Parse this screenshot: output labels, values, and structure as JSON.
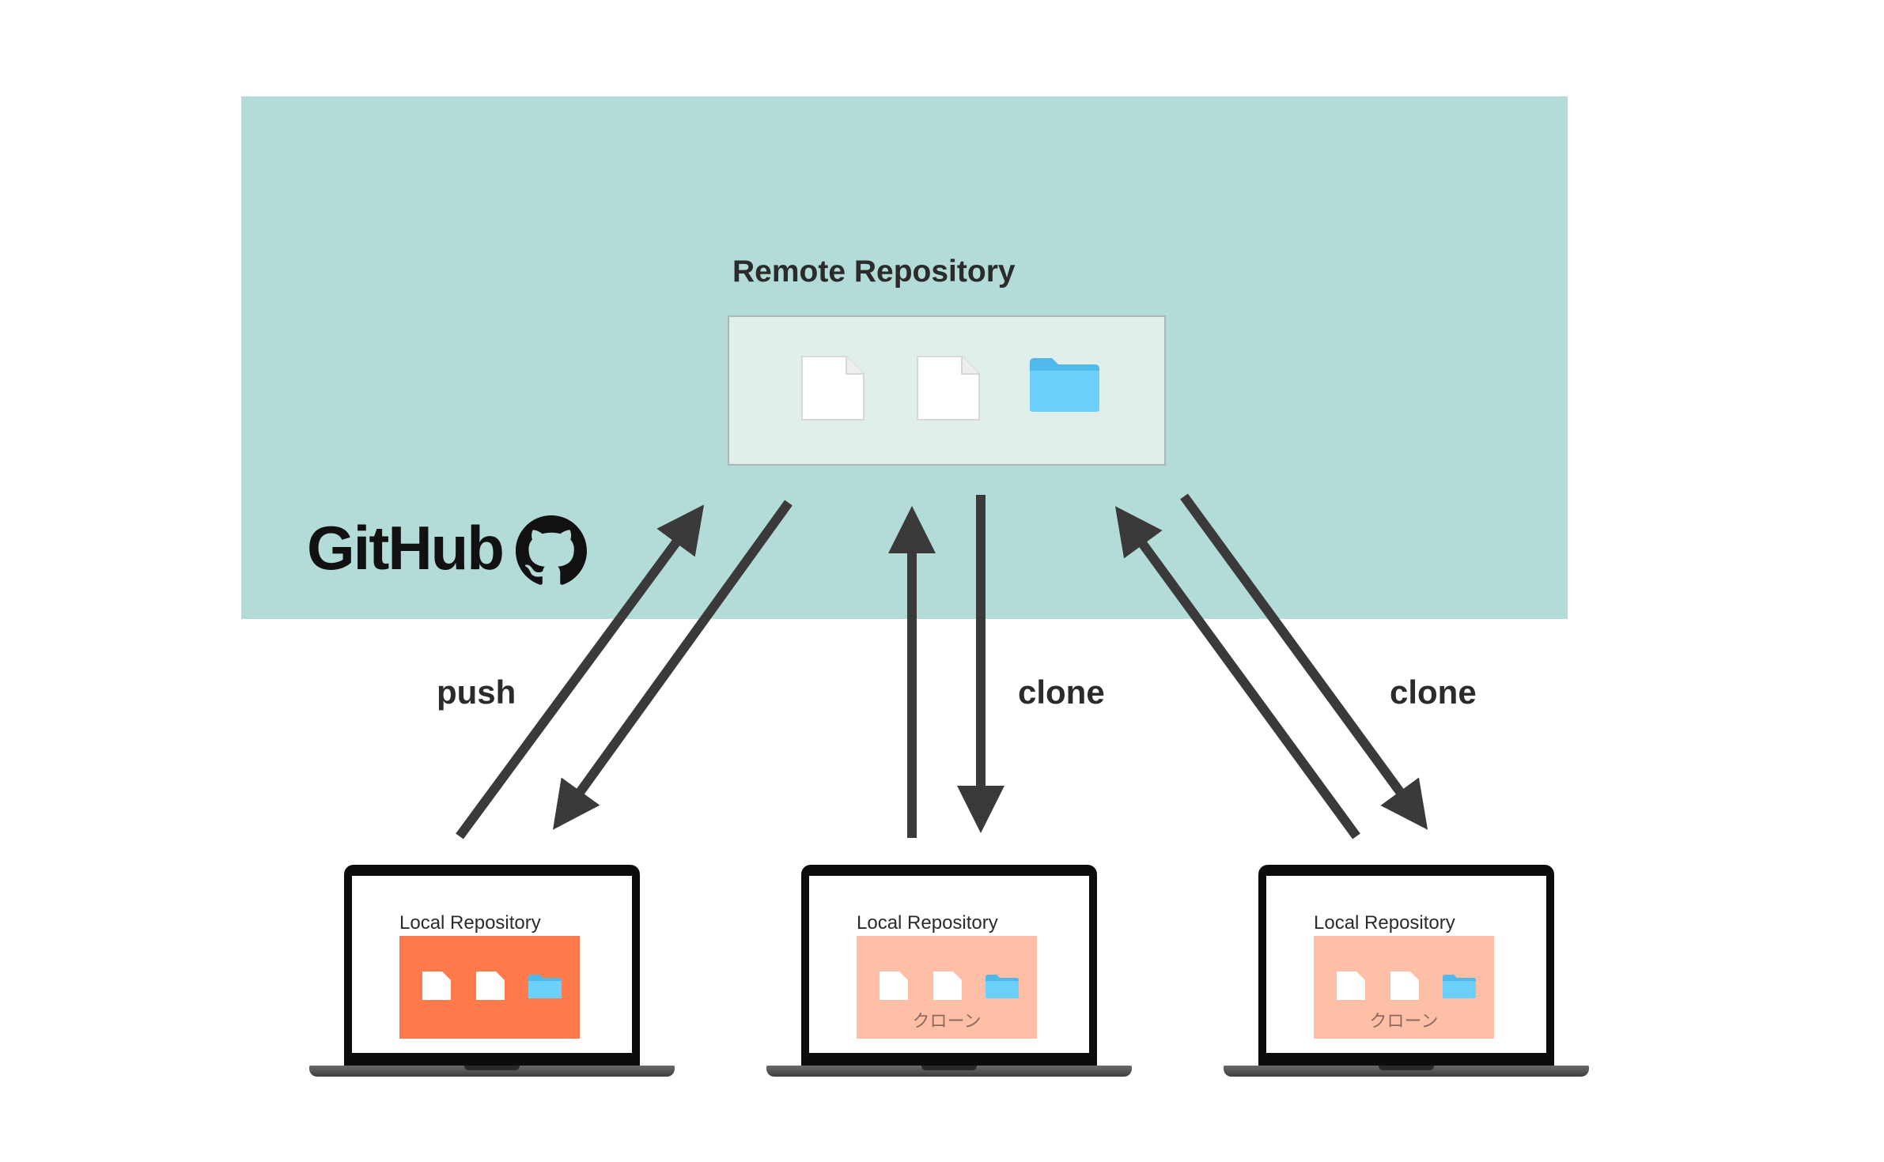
{
  "remote": {
    "title": "Remote Repository",
    "items": [
      "file-icon",
      "file-icon",
      "folder-icon"
    ]
  },
  "github": {
    "wordmark": "GitHub",
    "logo": "github-octocat-icon"
  },
  "operations": {
    "push": "push",
    "clone_1": "clone",
    "clone_2": "clone"
  },
  "locals": [
    {
      "title": "Local Repository",
      "note": "",
      "state": "active"
    },
    {
      "title": "Local Repository",
      "note": "クローン",
      "state": "cloned"
    },
    {
      "title": "Local Repository",
      "note": "クローン",
      "state": "cloned"
    }
  ],
  "colors": {
    "github_area": "#b3dbd8",
    "remote_box": "#e0eeec",
    "local_active": "#ff7a4a",
    "local_clone": "#ffbfa6",
    "folder": "#5cc4f2",
    "arrow": "#3a3a3a"
  }
}
